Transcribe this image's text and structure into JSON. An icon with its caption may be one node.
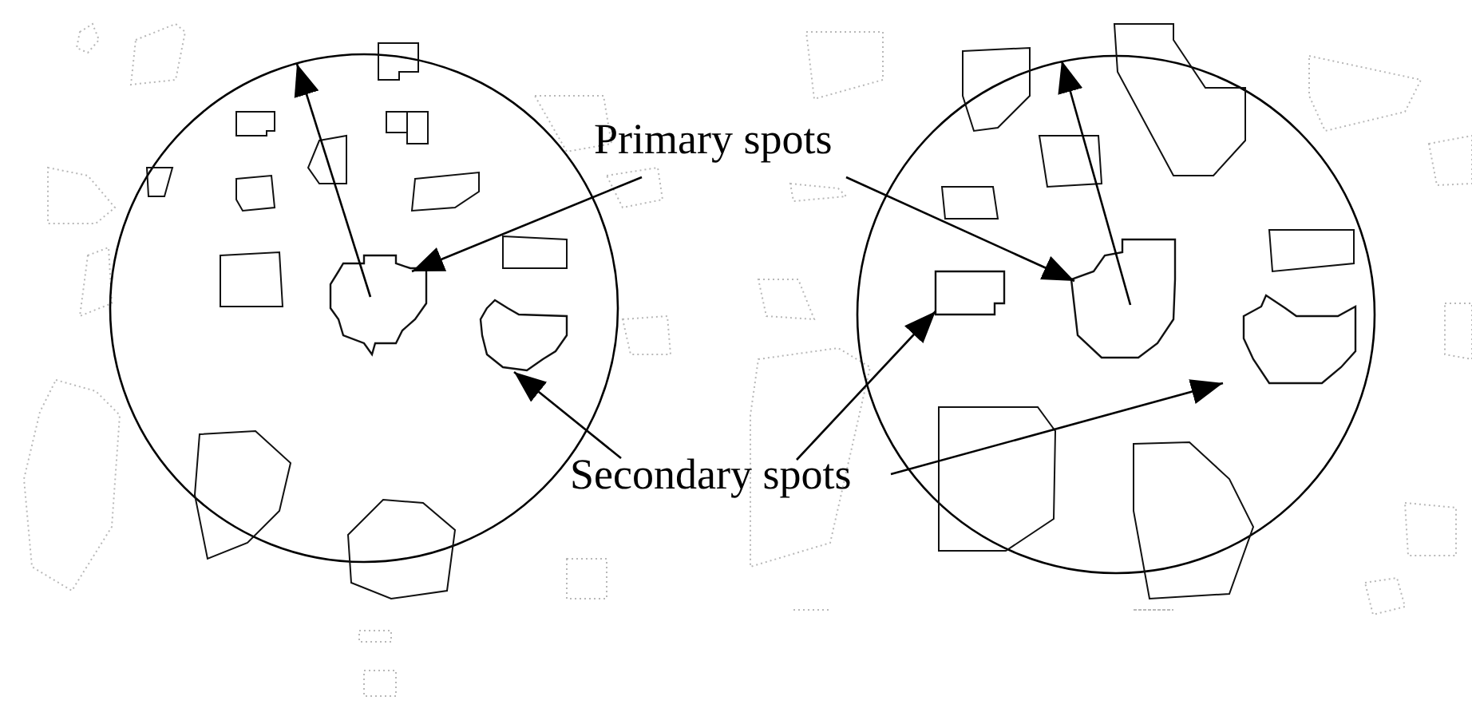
{
  "diagram": {
    "nodes": [
      {
        "text": [
          "Primary spots"
        ]
      },
      {
        "text": [
          "Secondary spots"
        ]
      },
      {
        "text": [],
        "shape": "blob"
      },
      {
        "text": [],
        "shape": "blob"
      },
      {
        "text": [],
        "shape": "blob"
      },
      {
        "text": [],
        "shape": "blob"
      },
      {
        "text": [],
        "shape": "blob"
      }
    ],
    "edges": [
      {
        "from": 0,
        "to": 2,
        "arrow": "to"
      },
      {
        "from": 0,
        "to": 5,
        "arrow": "to"
      },
      {
        "from": 1,
        "to": 3,
        "arrow": "to"
      },
      {
        "from": 1,
        "to": 4,
        "arrow": "to"
      },
      {
        "from": 1,
        "to": 6,
        "arrow": "to"
      }
    ]
  }
}
